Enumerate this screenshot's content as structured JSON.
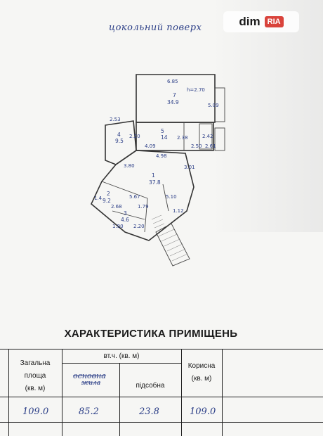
{
  "floor_label": "цокольний поверх",
  "watermark": {
    "text": "dim",
    "badge": "RIA"
  },
  "plan": {
    "rooms": [
      {
        "number": "7",
        "area": "34.9"
      },
      {
        "number": "4",
        "area": "9.5"
      },
      {
        "number": "5",
        "area": "14"
      },
      {
        "number": "1",
        "area": "37.8"
      },
      {
        "number": "2",
        "area": "9.2"
      },
      {
        "number": "3",
        "area": "4.6"
      }
    ],
    "dimensions": [
      "6.85",
      "h=2.70",
      "5.09",
      "2.53",
      "2.20",
      "4.09",
      "2.38",
      "2.42",
      "2.50",
      "2.61",
      "4.98",
      "3.80",
      "3.01",
      "5.67",
      "5.10",
      "2.68",
      "1.12",
      "2.20",
      "1.90",
      "1.79",
      "1.4"
    ]
  },
  "table": {
    "title": "ХАРАКТЕРИСТИКА ПРИМІЩЕНЬ",
    "headers": {
      "total_area": [
        "Загальна",
        "площа",
        "(кв. м)"
      ],
      "incl": "вт.ч. (кв. м)",
      "main": "основна",
      "living": "жила",
      "auxiliary": "підсобна",
      "useful": [
        "Корисна",
        "(кв. м)"
      ]
    },
    "values": {
      "total": "109.0",
      "main": "85.2",
      "auxiliary": "23.8",
      "useful": "109.0"
    }
  },
  "colors": {
    "ink": "#2a3d86",
    "paper": "#f6f6f4",
    "line": "#222222"
  }
}
